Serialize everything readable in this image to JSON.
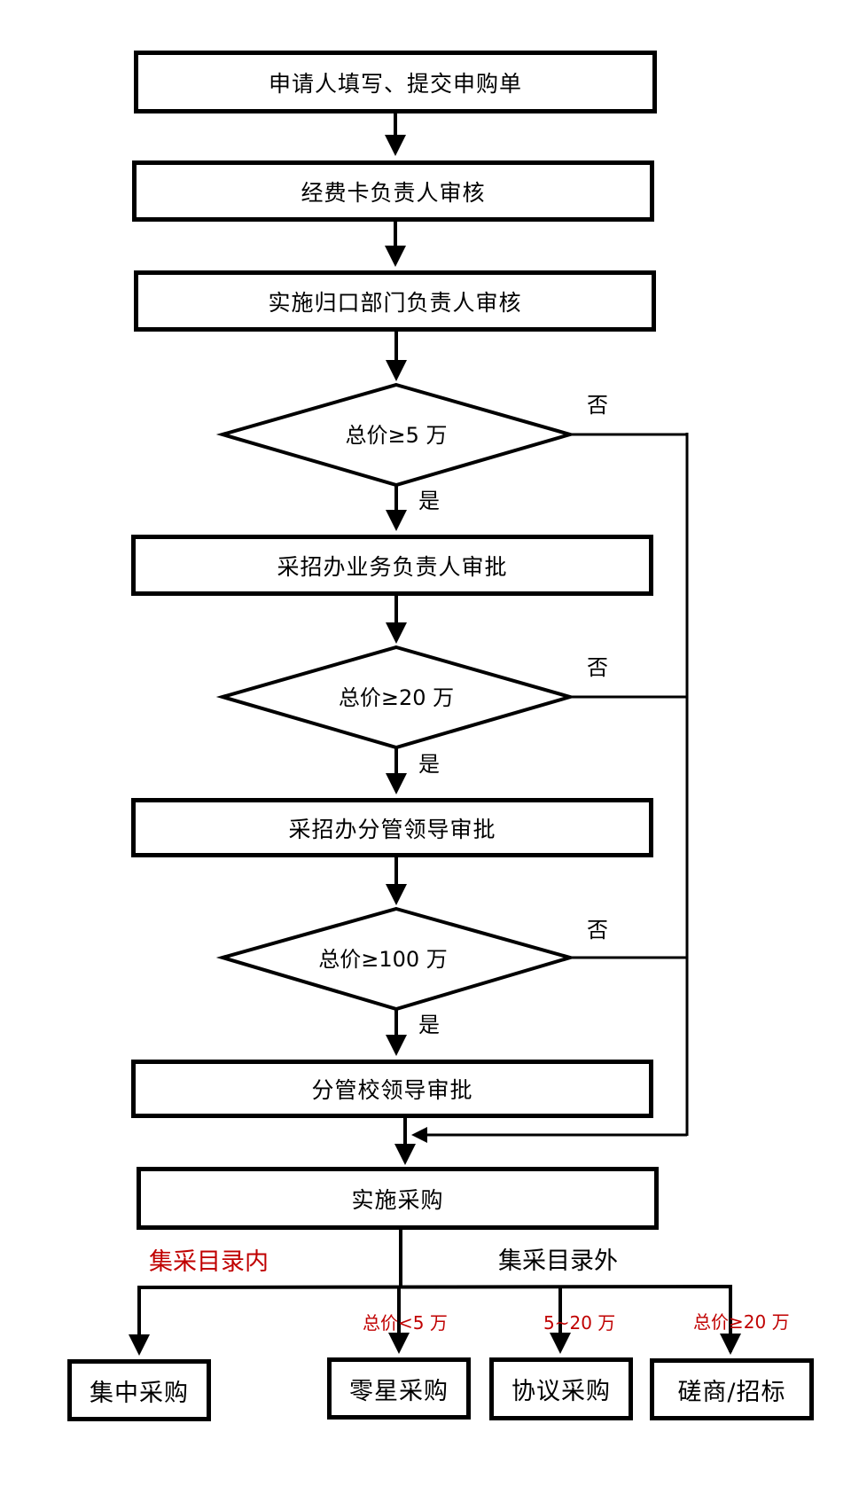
{
  "flowchart": {
    "steps": [
      {
        "id": "s1",
        "label": "申请人填写、提交申购单"
      },
      {
        "id": "s2",
        "label": "经费卡负责人审核"
      },
      {
        "id": "s3",
        "label": "实施归口部门负责人审核"
      },
      {
        "id": "s4",
        "label": "采招办业务负责人审批"
      },
      {
        "id": "s5",
        "label": "采招办分管领导审批"
      },
      {
        "id": "s6",
        "label": "分管校领导审批"
      },
      {
        "id": "s7",
        "label": "实施采购"
      }
    ],
    "decisions": [
      {
        "id": "d1",
        "label": "总价≥5 万",
        "yes": "是",
        "no": "否"
      },
      {
        "id": "d2",
        "label": "总价≥20 万",
        "yes": "是",
        "no": "否"
      },
      {
        "id": "d3",
        "label": "总价≥100 万",
        "yes": "是",
        "no": "否"
      }
    ],
    "categories": {
      "inside": {
        "label": "集采目录内",
        "color": "#c00000"
      },
      "outside": {
        "label": "集采目录外",
        "color": "#000000"
      }
    },
    "outcomes": [
      {
        "id": "o1",
        "label": "集中采购",
        "condition": ""
      },
      {
        "id": "o2",
        "label": "零星采购",
        "condition": "总价<5 万"
      },
      {
        "id": "o3",
        "label": "协议采购",
        "condition": "5~20 万"
      },
      {
        "id": "o4",
        "label": "磋商/招标",
        "condition": "总价≥20 万"
      }
    ],
    "condition_color": "#c00000"
  }
}
